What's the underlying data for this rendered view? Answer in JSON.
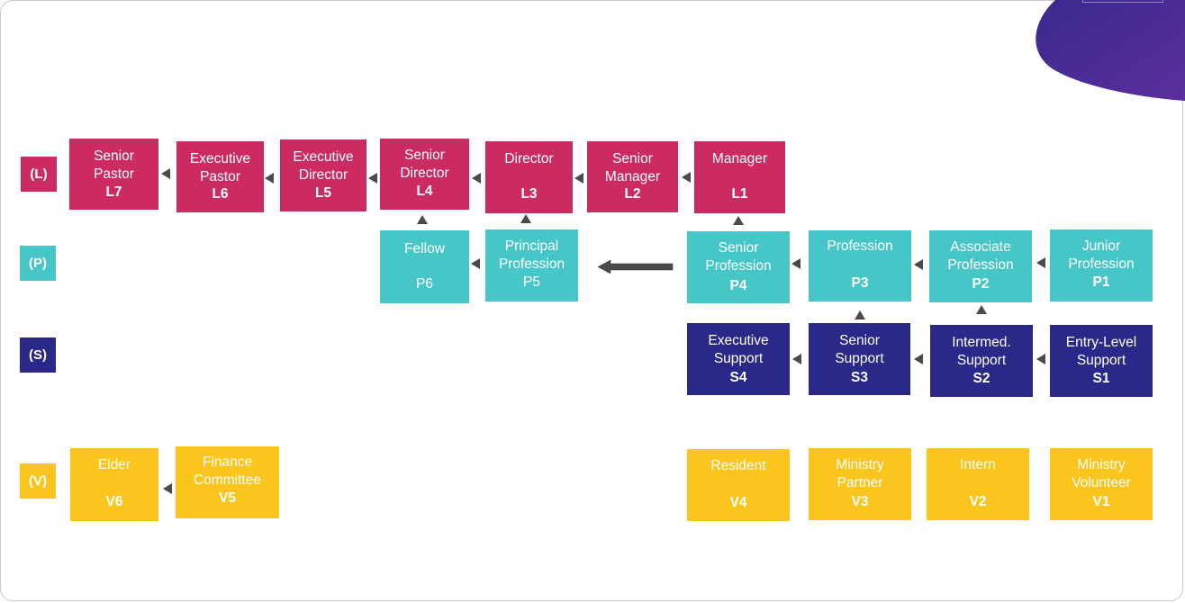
{
  "tiers": {
    "L": "(L)",
    "P": "(P)",
    "S": "(S)",
    "V": "(V)"
  },
  "L": {
    "L7": {
      "title": "Senior Pastor",
      "code": "L7"
    },
    "L6": {
      "title": "Executive Pastor",
      "code": "L6"
    },
    "L5": {
      "title": "Executive Director",
      "code": "L5"
    },
    "L4": {
      "title": "Senior Director",
      "code": "L4"
    },
    "L3": {
      "title": "Director",
      "code": "L3"
    },
    "L2": {
      "title": "Senior Manager",
      "code": "L2"
    },
    "L1": {
      "title": "Manager",
      "code": "L1"
    }
  },
  "P": {
    "P6": {
      "title": "Fellow",
      "code": "P6"
    },
    "P5": {
      "title": "Principal Profession",
      "code": "P5"
    },
    "P4": {
      "title": "Senior Profession",
      "code": "P4"
    },
    "P3": {
      "title": "Profession",
      "code": "P3"
    },
    "P2": {
      "title": "Associate Profession",
      "code": "P2"
    },
    "P1": {
      "title": "Junior Profession",
      "code": "P1"
    }
  },
  "S": {
    "S4": {
      "title": "Executive Support",
      "code": "S4"
    },
    "S3": {
      "title": "Senior Support",
      "code": "S3"
    },
    "S2": {
      "title": "Intermed. Support",
      "code": "S2"
    },
    "S1": {
      "title": "Entry-Level Support",
      "code": "S1"
    }
  },
  "V": {
    "V6": {
      "title": "Elder",
      "code": "V6"
    },
    "V5": {
      "title": "Finance Committee",
      "code": "V5"
    },
    "V4": {
      "title": "Resident",
      "code": "V4"
    },
    "V3": {
      "title": "Ministry Partner",
      "code": "V3"
    },
    "V2": {
      "title": "Intern",
      "code": "V2"
    },
    "V1": {
      "title": "Ministry Volunteer",
      "code": "V1"
    }
  },
  "colors": {
    "leadership": "#cb2b5f",
    "professional": "#47c6c7",
    "support": "#2a2889",
    "volunteer": "#fbc51d",
    "arrow": "#4a4a4a",
    "accent_blob": "#3d2f9e"
  }
}
